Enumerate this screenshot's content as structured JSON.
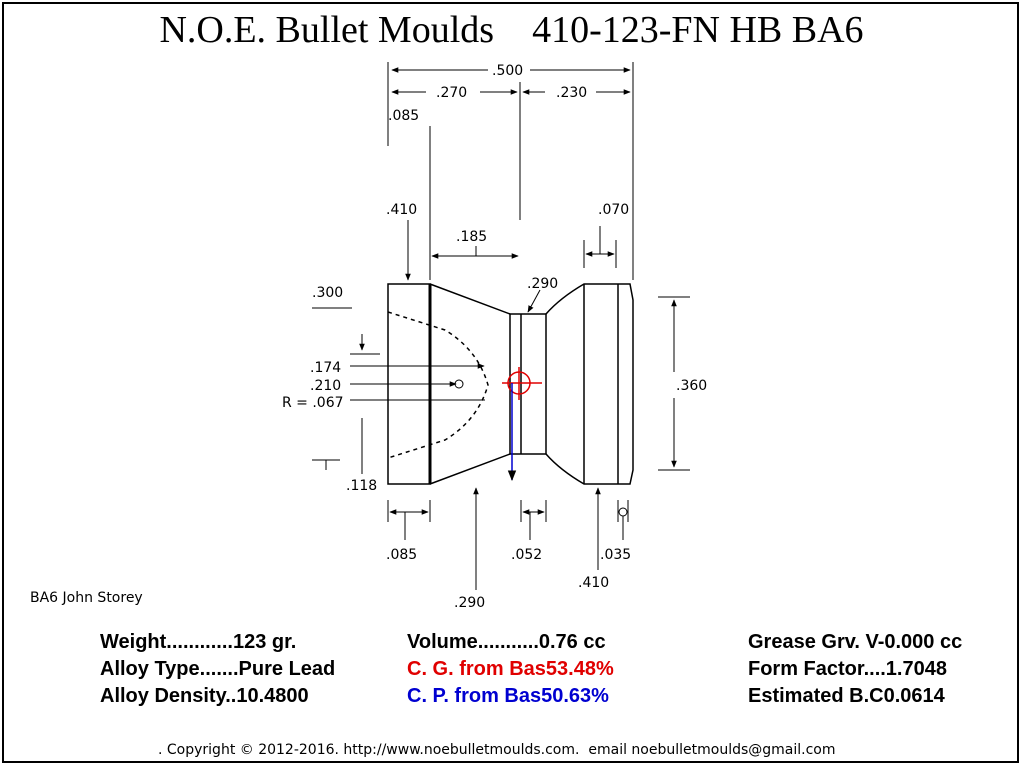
{
  "title": "N.O.E. Bullet Moulds    410-123-FN HB BA6",
  "dimensions": {
    "d500": ".500",
    "d270": ".270",
    "d230": ".230",
    "d085_top": ".085",
    "d410_left": ".410",
    "d070": ".070",
    "d185": ".185",
    "d290_top": ".290",
    "d300": ".300",
    "d174": ".174",
    "d210": ".210",
    "r067": "R = .067",
    "d360": ".360",
    "d118": ".118",
    "d085_bottom": ".085",
    "d052": ".052",
    "d035": ".035",
    "d410_bottom": ".410",
    "d290_bottom": ".290"
  },
  "credit": "BA6 John Storey",
  "specs": {
    "weight": "Weight............123 gr.",
    "alloy_type": "Alloy Type.......Pure Lead",
    "alloy_density": "Alloy Density..10.4800",
    "volume": "Volume...........0.76 cc",
    "cg": "C. G. from Bas53.48%",
    "cp": "C. P. from Bas50.63%",
    "grease": "Grease Grv. V-0.000 cc",
    "form_factor": "Form Factor....1.7048",
    "bc": "Estimated B.C0.0614"
  },
  "colors": {
    "cg_marker": "#e00000",
    "cp_line": "#0000d0"
  },
  "copyright": ". Copyright © 2012-2016. http://www.noebulletmoulds.com.  email noebulletmoulds@gmail.com"
}
